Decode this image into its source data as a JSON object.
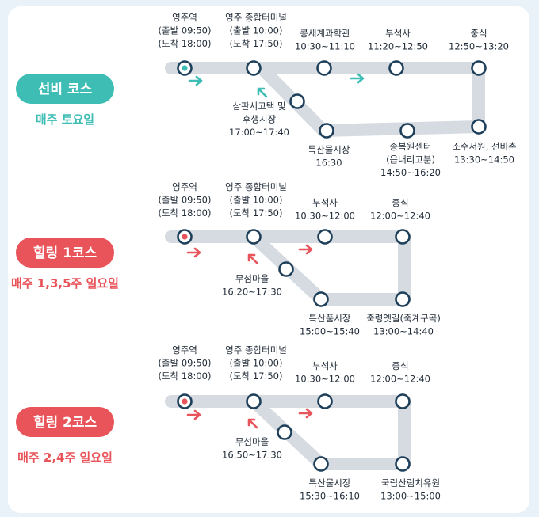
{
  "colors": {
    "teal": "#3dbdb4",
    "red": "#e8545a",
    "track": "#d5dbe0",
    "node": "#1e3f5a"
  },
  "courses": [
    {
      "name": "선비 코스",
      "schedule": "매주 토요일",
      "color": "#3dbdb4",
      "stops": [
        {
          "lines": [
            "영주역",
            "(출발 09:50)",
            "(도착 18:00)"
          ]
        },
        {
          "lines": [
            "영주 종합터미널",
            "(출발 10:00)",
            "(도착 17:50)"
          ]
        },
        {
          "lines": [
            "콩세계과학관",
            "10:30~11:10"
          ]
        },
        {
          "lines": [
            "부석사",
            "11:20~12:50"
          ]
        },
        {
          "lines": [
            "중식",
            "12:50~13:20"
          ]
        },
        {
          "lines": [
            "소수서원, 선비촌",
            "13:30~14:50"
          ]
        },
        {
          "lines": [
            "종복원센터",
            "(읍내리고분)",
            "14:50~16:20"
          ]
        },
        {
          "lines": [
            "특산물시장",
            "16:30"
          ]
        },
        {
          "lines": [
            "삼판서고택 및",
            "후생시장",
            "17:00~17:40"
          ]
        }
      ]
    },
    {
      "name": "힐링 1코스",
      "schedule": "매주 1,3,5주 일요일",
      "color": "#e8545a",
      "stops": [
        {
          "lines": [
            "영주역",
            "(출발 09:50)",
            "(도착 18:00)"
          ]
        },
        {
          "lines": [
            "영주 종합터미널",
            "(출발 10:00)",
            "(도착 17:50)"
          ]
        },
        {
          "lines": [
            "부석사",
            "10:30~12:00"
          ]
        },
        {
          "lines": [
            "중식",
            "12:00~12:40"
          ]
        },
        {
          "lines": [
            "죽령옛길(죽계구곡)",
            "13:00~14:40"
          ]
        },
        {
          "lines": [
            "특산품시장",
            "15:00~15:40"
          ]
        },
        {
          "lines": [
            "무섬마을",
            "16:20~17:30"
          ]
        }
      ]
    },
    {
      "name": "힐링 2코스",
      "schedule": "매주 2,4주 일요일",
      "color": "#e8545a",
      "stops": [
        {
          "lines": [
            "영주역",
            "(출발 09:50)",
            "(도착 18:00)"
          ]
        },
        {
          "lines": [
            "영주 종합터미널",
            "(출발 10:00)",
            "(도착 17:50)"
          ]
        },
        {
          "lines": [
            "부석사",
            "10:30~12:00"
          ]
        },
        {
          "lines": [
            "중식",
            "12:00~12:40"
          ]
        },
        {
          "lines": [
            "국립산림치유원",
            "13:00~15:00"
          ]
        },
        {
          "lines": [
            "특산물시장",
            "15:30~16:10"
          ]
        },
        {
          "lines": [
            "무섬마을",
            "16:50~17:30"
          ]
        }
      ]
    }
  ]
}
